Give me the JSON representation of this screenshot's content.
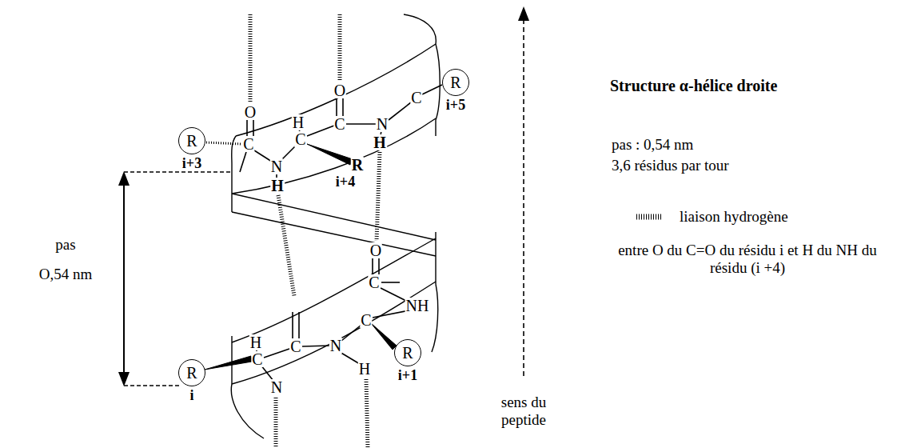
{
  "diagram": {
    "nodes": [
      {
        "text": [
          "R",
          "i+3"
        ]
      },
      {
        "text": [
          "R",
          "i+5"
        ]
      },
      {
        "text": [
          "R",
          "i"
        ]
      },
      {
        "text": [
          "R",
          "i+1"
        ]
      }
    ],
    "labels": [
      "Structure α-hélice droite",
      "pas : 0,54 nm",
      "3,6 résidus par tour",
      "entre O du C=O du résidu i et H du NH du résidu (i +4)",
      "pas",
      "O,54 nm",
      "sens du peptide",
      "O",
      "C",
      "H",
      "C",
      "N",
      "H",
      "R",
      "i+4",
      "O",
      "C",
      "N",
      "C",
      "H",
      "O",
      "C",
      "NH",
      "C",
      "H",
      "C",
      "N",
      "C",
      "H",
      "N"
    ],
    "legend": [
      {
        "text": "liaison hydrogène"
      }
    ]
  }
}
